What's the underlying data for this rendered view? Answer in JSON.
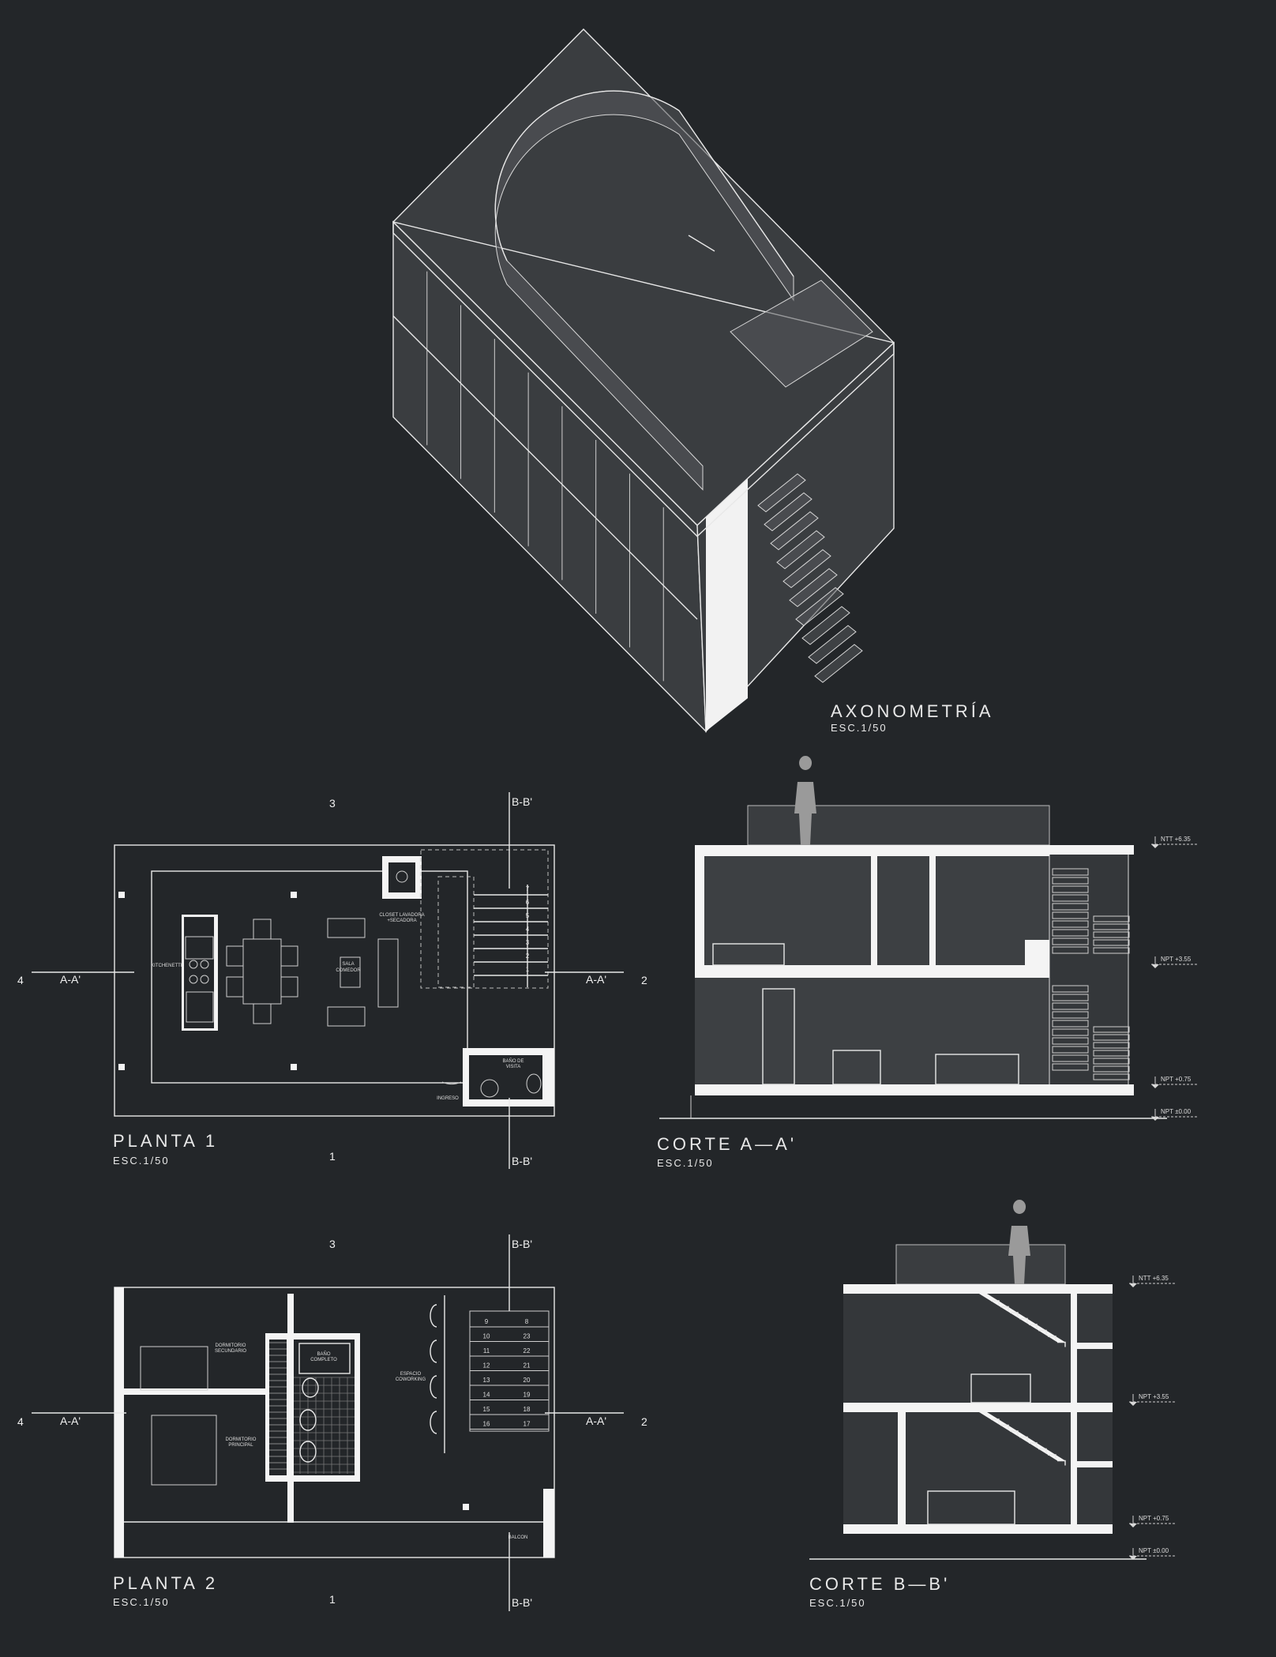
{
  "axonometric": {
    "title": "AXONOMETRÍA",
    "scale": "ESC.1/50"
  },
  "plan1": {
    "title": "PLANTA 1",
    "scale": "ESC.1/50",
    "rooms": {
      "kitchenette": "KITCHENETTE",
      "living_1": "SALA",
      "living_2": "COMEDOR",
      "closet_1": "CLOSET LAVADORA",
      "closet_2": "+SECADORA",
      "bath_1": "BAÑO DE",
      "bath_2": "VISITA",
      "entry": "INGRESO"
    },
    "markers": {
      "top": "3",
      "bottom": "1",
      "left": "4",
      "right": "2",
      "section_aa": "A-A'",
      "section_bb": "B-B'"
    },
    "stair_steps": [
      "1",
      "2",
      "3",
      "4",
      "5",
      "6",
      "7"
    ]
  },
  "plan2": {
    "title": "PLANTA 2",
    "scale": "ESC.1/50",
    "rooms": {
      "secondary_1": "DORMITORIO",
      "secondary_2": "SECUNDARIO",
      "bath_1": "BAÑO",
      "bath_2": "COMPLETO",
      "cowork_1": "ESPACIO",
      "cowork_2": "COWORKING",
      "master_1": "DORMITORIO",
      "master_2": "PRINCIPAL",
      "balcony": "BALCON"
    },
    "markers": {
      "top": "3",
      "bottom": "1",
      "left": "4",
      "right": "2",
      "section_aa": "A-A'",
      "section_bb": "B-B'"
    },
    "stair_left": [
      "9",
      "10",
      "11",
      "12",
      "13",
      "14",
      "15",
      "16"
    ],
    "stair_right": [
      "8",
      "23",
      "22",
      "21",
      "20",
      "19",
      "18",
      "17"
    ]
  },
  "section_aa": {
    "title": "CORTE A—A'",
    "scale": "ESC.1/50",
    "levels": [
      "NTT +6.35",
      "NPT +3.55",
      "NPT +0.75",
      "NPT ±0.00"
    ]
  },
  "section_bb": {
    "title": "CORTE B—B'",
    "scale": "ESC.1/50",
    "levels": [
      "NTT +6.35",
      "NPT +3.55",
      "NPT +0.75",
      "NPT ±0.00"
    ]
  },
  "colors": {
    "background": "#232629",
    "line": "#e8e8e8",
    "wall": "#f4f4f4"
  }
}
